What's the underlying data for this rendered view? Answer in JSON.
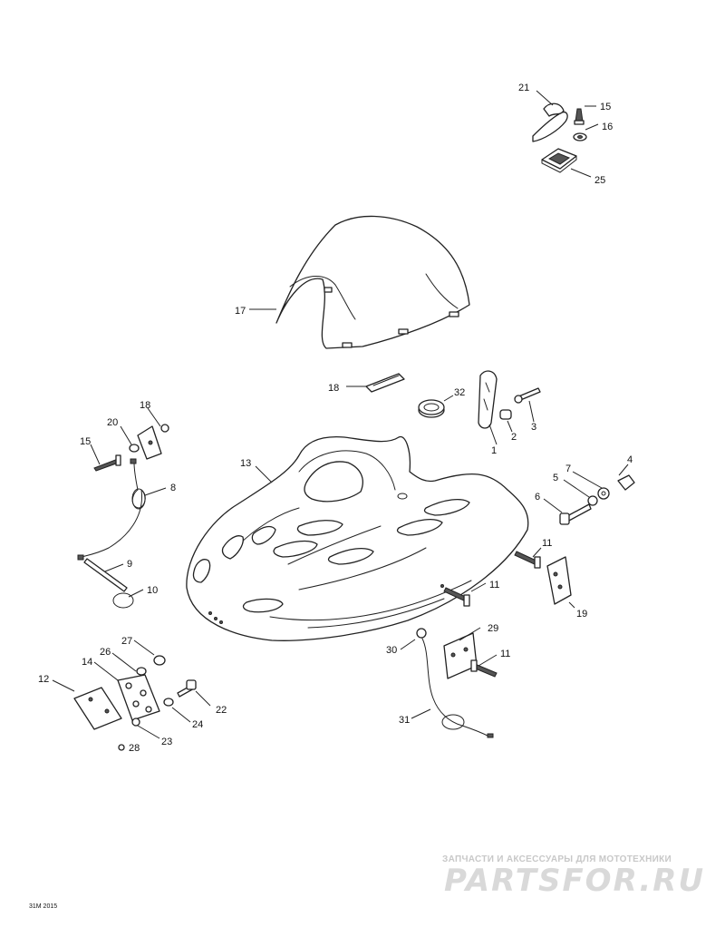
{
  "callouts": {
    "c1": "1",
    "c2": "2",
    "c3": "3",
    "c4": "4",
    "c5": "5",
    "c6": "6",
    "c7": "7",
    "c8": "8",
    "c9": "9",
    "c10": "10",
    "c11a": "11",
    "c11b": "11",
    "c11c": "11",
    "c12": "12",
    "c13": "13",
    "c14": "14",
    "c15a": "15",
    "c15b": "15",
    "c16": "16",
    "c17": "17",
    "c18": "18",
    "c19": "19",
    "c20": "20",
    "c21": "21",
    "c22": "22",
    "c23": "23",
    "c24": "24",
    "c25": "25",
    "c26": "26",
    "c27": "27",
    "c28": "28",
    "c29": "29",
    "c30": "30",
    "c31": "31",
    "c32": "32"
  },
  "diagram_code": "31M 2015",
  "watermark": {
    "tagline": "ЗАПЧАСТИ И АКСЕССУАРЫ ДЛЯ МОТОТЕХНИКИ",
    "brand": "PARTSFOR.RU"
  }
}
